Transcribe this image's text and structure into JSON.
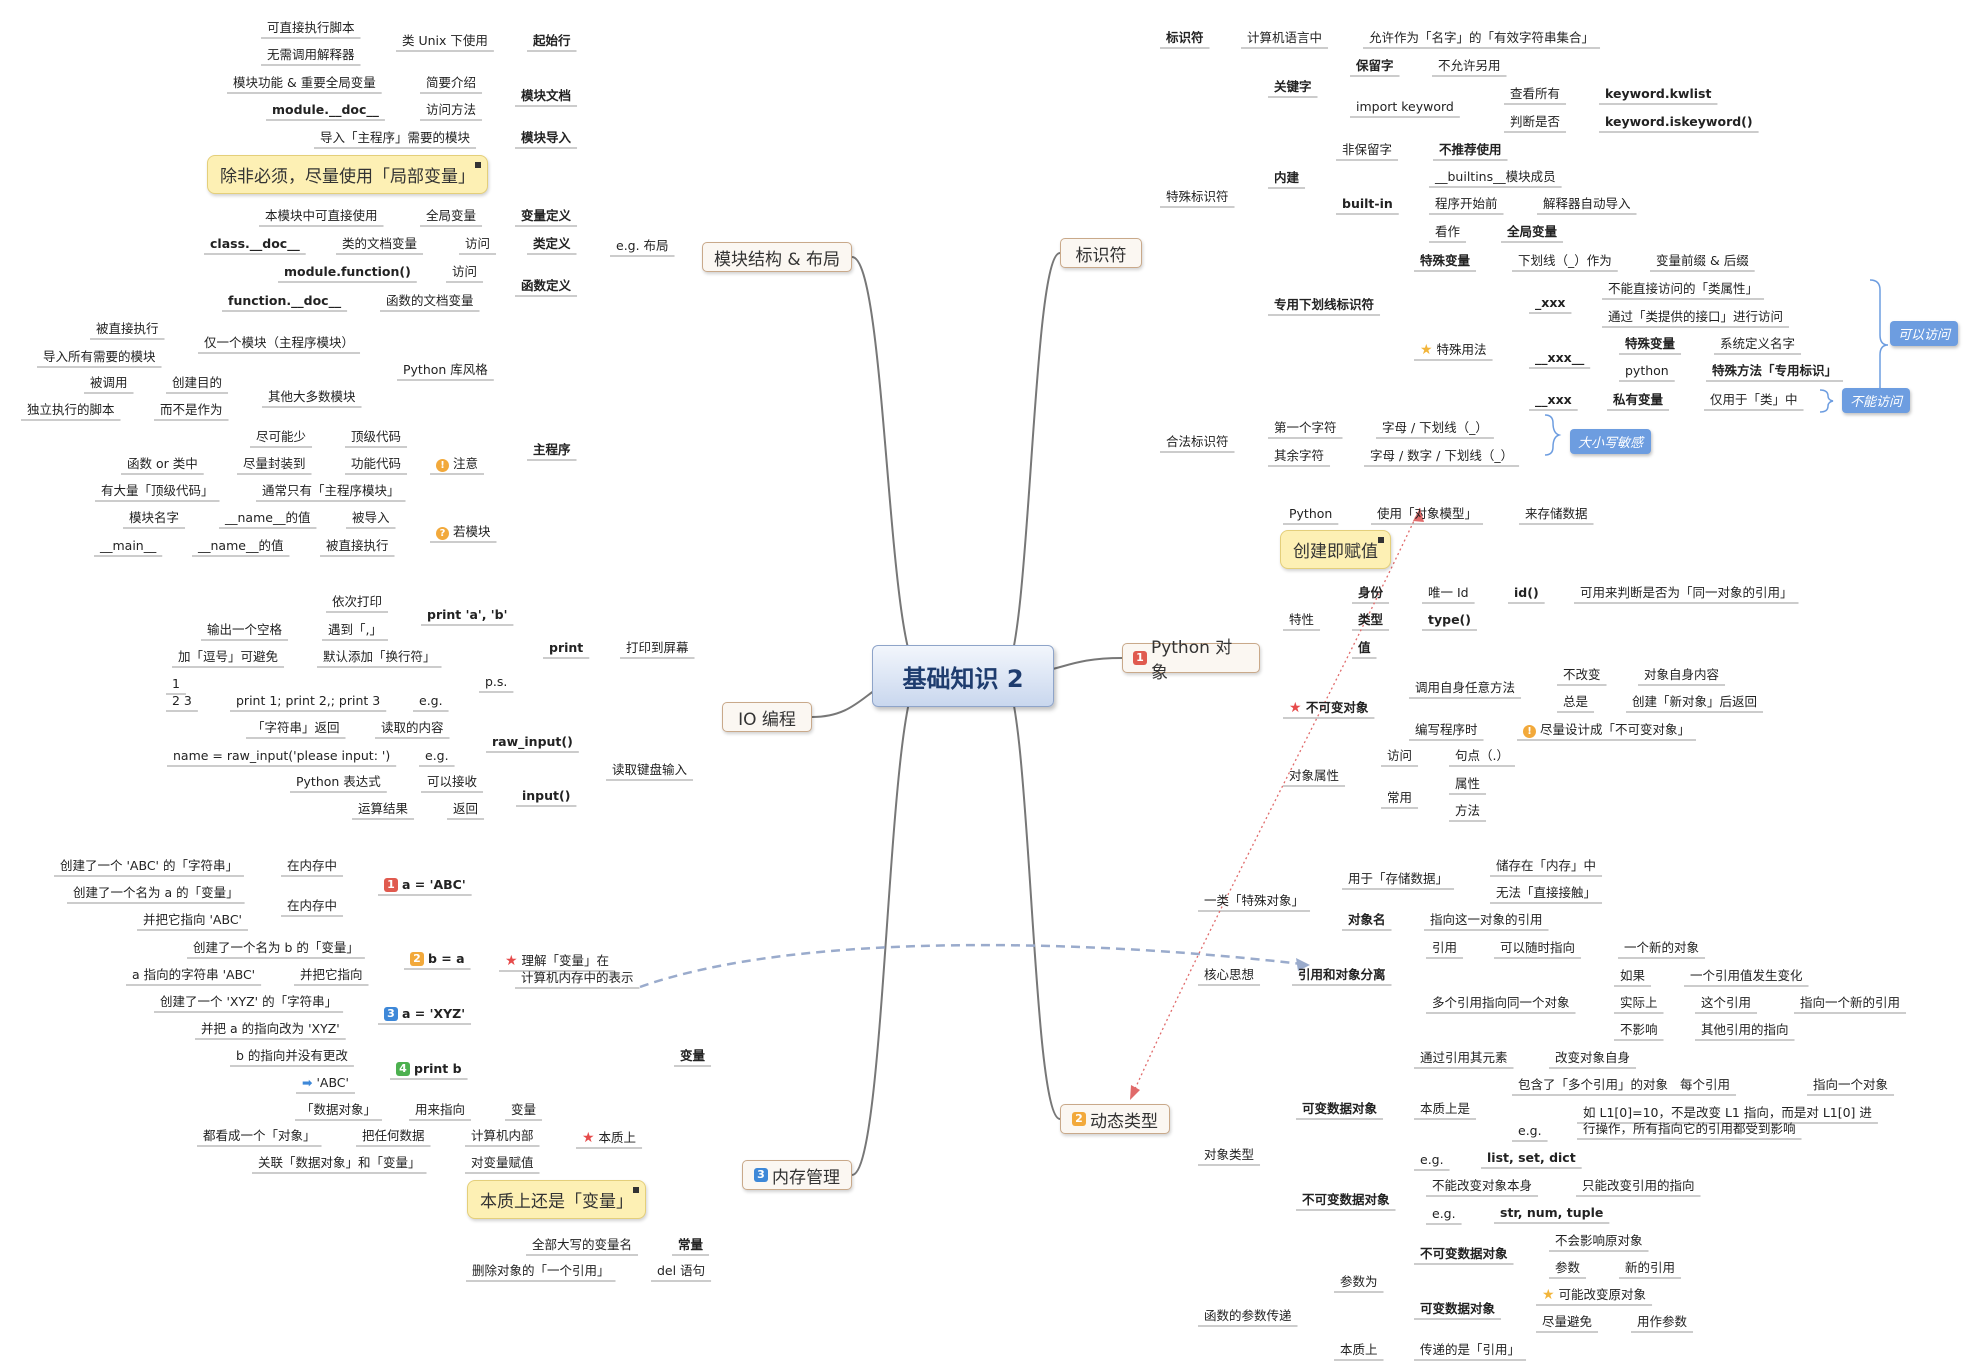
{
  "center": "基础知识 2",
  "branches": {
    "module": "模块结构 & 布局",
    "io": "IO 编程",
    "mem": "内存管理",
    "mem_num": "3",
    "ident": "标识符",
    "pyobj": "Python 对象",
    "pyobj_num": "1",
    "dyn": "动态类型",
    "dyn_num": "2"
  },
  "module": {
    "eg": "e.g. 布局",
    "start": "起始行",
    "unix": "类 Unix 下使用",
    "exec": "可直接执行脚本",
    "noint": "无需调用解释器",
    "doc": "模块文档",
    "brief": "简要介绍",
    "func": "模块功能 & 重要全局变量",
    "access": "访问方法",
    "moddoc": "module.__doc__",
    "import": "模块导入",
    "importneed": "导入「主程序」需要的模块",
    "callout": "除非必须，尽量使用「局部变量」",
    "vardef": "变量定义",
    "globalvar": "全局变量",
    "usable": "本模块中可直接使用",
    "classdef": "类定义",
    "classdoc": "类的文档变量",
    "classdocname": "class.__doc__",
    "access2": "访问",
    "funcdef": "函数定义",
    "modfunc": "module.function()",
    "access3": "访问",
    "funcdoc": "function.__doc__",
    "funcdocvar": "函数的文档变量",
    "main": "主程序",
    "pystyle": "Python 库风格",
    "onlyone": "仅一个模块（主程序模块）",
    "directexec": "被直接执行",
    "importall": "导入所有需要的模块",
    "others": "其他大多数模块",
    "called": "被调用",
    "purpose": "创建目的",
    "indep": "独立执行的脚本",
    "notas": "而不是作为",
    "note": "注意",
    "asless": "尽可能少",
    "toplevel": "顶级代码",
    "funcorclass": "函数 or 类中",
    "wrap": "尽量封装到",
    "funccode": "功能代码",
    "hastop": "有大量「顶级代码」",
    "usually": "通常只有「主程序模块」",
    "ifmod": "若模块",
    "modname": "模块名字",
    "nameval": "__name__的值",
    "imported": "被导入",
    "mainstr": "__main__",
    "nameval2": "__name__的值",
    "directexec2": "被直接执行"
  },
  "io": {
    "toscreen": "打印到屏幕",
    "print": "print",
    "printab": "print 'a', 'b'",
    "inorder": "依次打印",
    "meetcomma": "遇到「,」",
    "space": "输出一个空格",
    "ps": "p.s.",
    "newline": "默认添加「换行符」",
    "addcomma": "加「逗号」可避免",
    "eg": "e.g.",
    "code": "print 1; print 2,; print 3",
    "out1": "1",
    "out2": "2 3",
    "readkb": "读取键盘输入",
    "rawinput": "raw_input()",
    "readcontent": "读取的内容",
    "strret": "「字符串」返回",
    "eg2": "e.g.",
    "rawcode": "name = raw_input('please input: ')",
    "input": "input()",
    "canrecv": "可以接收",
    "pyexpr": "Python 表达式",
    "ret": "返回",
    "result": "运算结果"
  },
  "mem": {
    "var": "变量",
    "understand1": "理解「变量」在",
    "understand2": "计算机内存中的表示",
    "s1": "a = 'ABC'",
    "s1a": "创建了一个 'ABC' 的「字符串」",
    "inmem": "在内存中",
    "s1b": "创建了一个名为 a 的「变量」",
    "inmem2": "在内存中",
    "s1c": "并把它指向 'ABC'",
    "s2": "b = a",
    "s2a": "创建了一个名为 b 的「变量」",
    "s2b": "a 指向的字符串 'ABC'",
    "s2c": "并把它指向",
    "s3": "a = 'XYZ'",
    "s3a": "创建了一个 'XYZ' 的「字符串」",
    "s3b": "并把 a 的指向改为 'XYZ'",
    "s4": "print b",
    "s4a": "b 的指向并没有更改",
    "s4b": "'ABC'",
    "essence": "本质上",
    "dataobj": "「数据对象」",
    "usedto": "用来指向",
    "variable": "变量",
    "allobj": "都看成一个「对象」",
    "anydata": "把任何数据",
    "calcinside": "计算机内部",
    "link": "关联「数据对象」和「变量」",
    "assign": "对变量赋值",
    "callout": "本质上还是「变量」",
    "const": "常量",
    "allcaps": "全部大写的变量名",
    "del": "del 语句",
    "delref": "删除对象的「一个引用」"
  },
  "ident": {
    "ident": "标识符",
    "lang": "计算机语言中",
    "allowed": "允许作为「名字」的「有效字符串集合」",
    "special": "特殊标识符",
    "keyword": "关键字",
    "reserved": "保留字",
    "nootheruse": "不允许另用",
    "importkw": "import keyword",
    "viewall": "查看所有",
    "kwlist": "keyword.kwlist",
    "judge": "判断是否",
    "iskw": "keyword.iskeyword()",
    "builtin": "内建",
    "nonreserved": "非保留字",
    "notrec": "不推荐使用",
    "builtinkw": "built-in",
    "builtins": "__builtins__模块成员",
    "progstart": "程序开始前",
    "autoimport": "解释器自动导入",
    "treatas": "看作",
    "globalvar": "全局变量",
    "underscore": "专用下划线标识符",
    "specialvar": "特殊变量",
    "underline": "下划线（_）作为",
    "prefix": "变量前缀 & 后缀",
    "specialuse": "特殊用法",
    "_xxx": "_xxx",
    "cannotaccess": "不能直接访问的「类属性」",
    "viaapi": "通过「类提供的接口」进行访问",
    "__xxx__": "__xxx__",
    "specialvar2": "特殊变量",
    "sysname": "系统定义名字",
    "python": "python",
    "specialmethod": "特殊方法「专用标识」",
    "__xxx": "__xxx",
    "private": "私有变量",
    "classonly": "仅用于「类」中",
    "canaccess": "可以访问",
    "noaccess": "不能访问",
    "legal": "合法标识符",
    "firstchar": "第一个字符",
    "letterus": "字母 / 下划线（_）",
    "rest": "其余字符",
    "lettnumus": "字母 / 数字 / 下划线（_）",
    "casesens": "大小写敏感"
  },
  "pyobj": {
    "python": "Python",
    "useobjmodel": "使用「对象模型」",
    "storedata": "来存储数据",
    "callout": "创建即赋值",
    "traits": "特性",
    "identity": "身份",
    "uniqueid": "唯一 Id",
    "idfunc": "id()",
    "judgeid": "可用来判断是否为「同一对象的引用」",
    "type": "类型",
    "typefunc": "type()",
    "value": "值",
    "immutable": "不可变对象",
    "callself": "调用自身任意方法",
    "unchanged": "不改变",
    "objcontent": "对象自身内容",
    "always": "总是",
    "createnew": "创建「新对象」后返回",
    "writing": "编写程序时",
    "tryimm": "尽量设计成「不可变对象」",
    "attrs": "对象属性",
    "access": "访问",
    "dot": "句点（.）",
    "common": "常用",
    "attr": "属性",
    "method": "方法"
  },
  "dyn": {
    "special": "一类「特殊对象」",
    "forstore": "用于「存储数据」",
    "inmem": "储存在「内存」中",
    "noaccess": "无法「直接接触」",
    "objname": "对象名",
    "pointto": "指向这一对象的引用",
    "core": "核心思想",
    "refsep": "引用和对象分离",
    "ref": "引用",
    "anytime": "可以随时指向",
    "newobj": "一个新的对象",
    "multiref": "多个引用指向同一个对象",
    "ifa": "如果",
    "onechanged": "一个引用值发生变化",
    "actually": "实际上",
    "thisref": "这个引用",
    "tonew": "指向一个新的引用",
    "noeffect": "不影响",
    "otherref": "其他引用的指向",
    "objtype": "对象类型",
    "mutable": "可变数据对象",
    "viaref": "通过引用其元素",
    "changeobj": "改变对象自身",
    "essence": "本质上是",
    "contains": "包含了「多个引用」的对象",
    "eachref": "每个引用",
    "pointone": "指向一个对象",
    "eg": "e.g.",
    "example1": "如 L1[0]=10，不是改变 L1 指向，而是对 L1[0] 进",
    "example2": "行操作，所有指向它的引用都受到影响",
    "eg2": "e.g.",
    "mutlist": "list, set, dict",
    "immutable": "不可变数据对象",
    "cannotchange": "不能改变对象本身",
    "onlychange": "只能改变引用的指向",
    "eg3": "e.g.",
    "immlist": "str, num, tuple",
    "params": "函数的参数传递",
    "asparam": "参数为",
    "immobj": "不可变数据对象",
    "noaffect": "不会影响原对象",
    "param": "参数",
    "newref": "新的引用",
    "mutobj": "可变数据对象",
    "canchange": "可能改变原对象",
    "avoid": "尽量避免",
    "useparam": "用作参数",
    "essence2": "本质上",
    "passref": "传递的是「引用」"
  }
}
